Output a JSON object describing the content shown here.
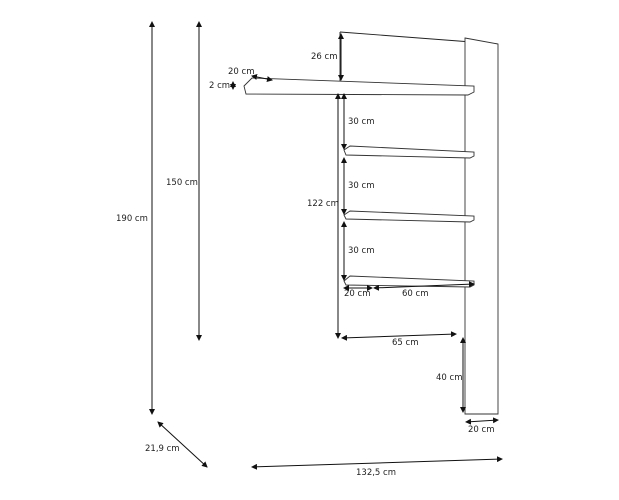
{
  "dimensions": {
    "total_height": "190 cm",
    "upper_height": "150 cm",
    "depth": "21,9 cm",
    "total_width": "132,5 cm",
    "top_gap": "26 cm",
    "top_shelf_depth": "20 cm",
    "top_shelf_thickness": "2 cm",
    "spacing_1": "30 cm",
    "spacing_2": "30 cm",
    "spacing_3": "30 cm",
    "shelf_column_height": "122 cm",
    "shelf_depth": "20 cm",
    "shelf_width": "60 cm",
    "desk_width": "65 cm",
    "leg_height": "40 cm",
    "panel_width": "20 cm"
  }
}
